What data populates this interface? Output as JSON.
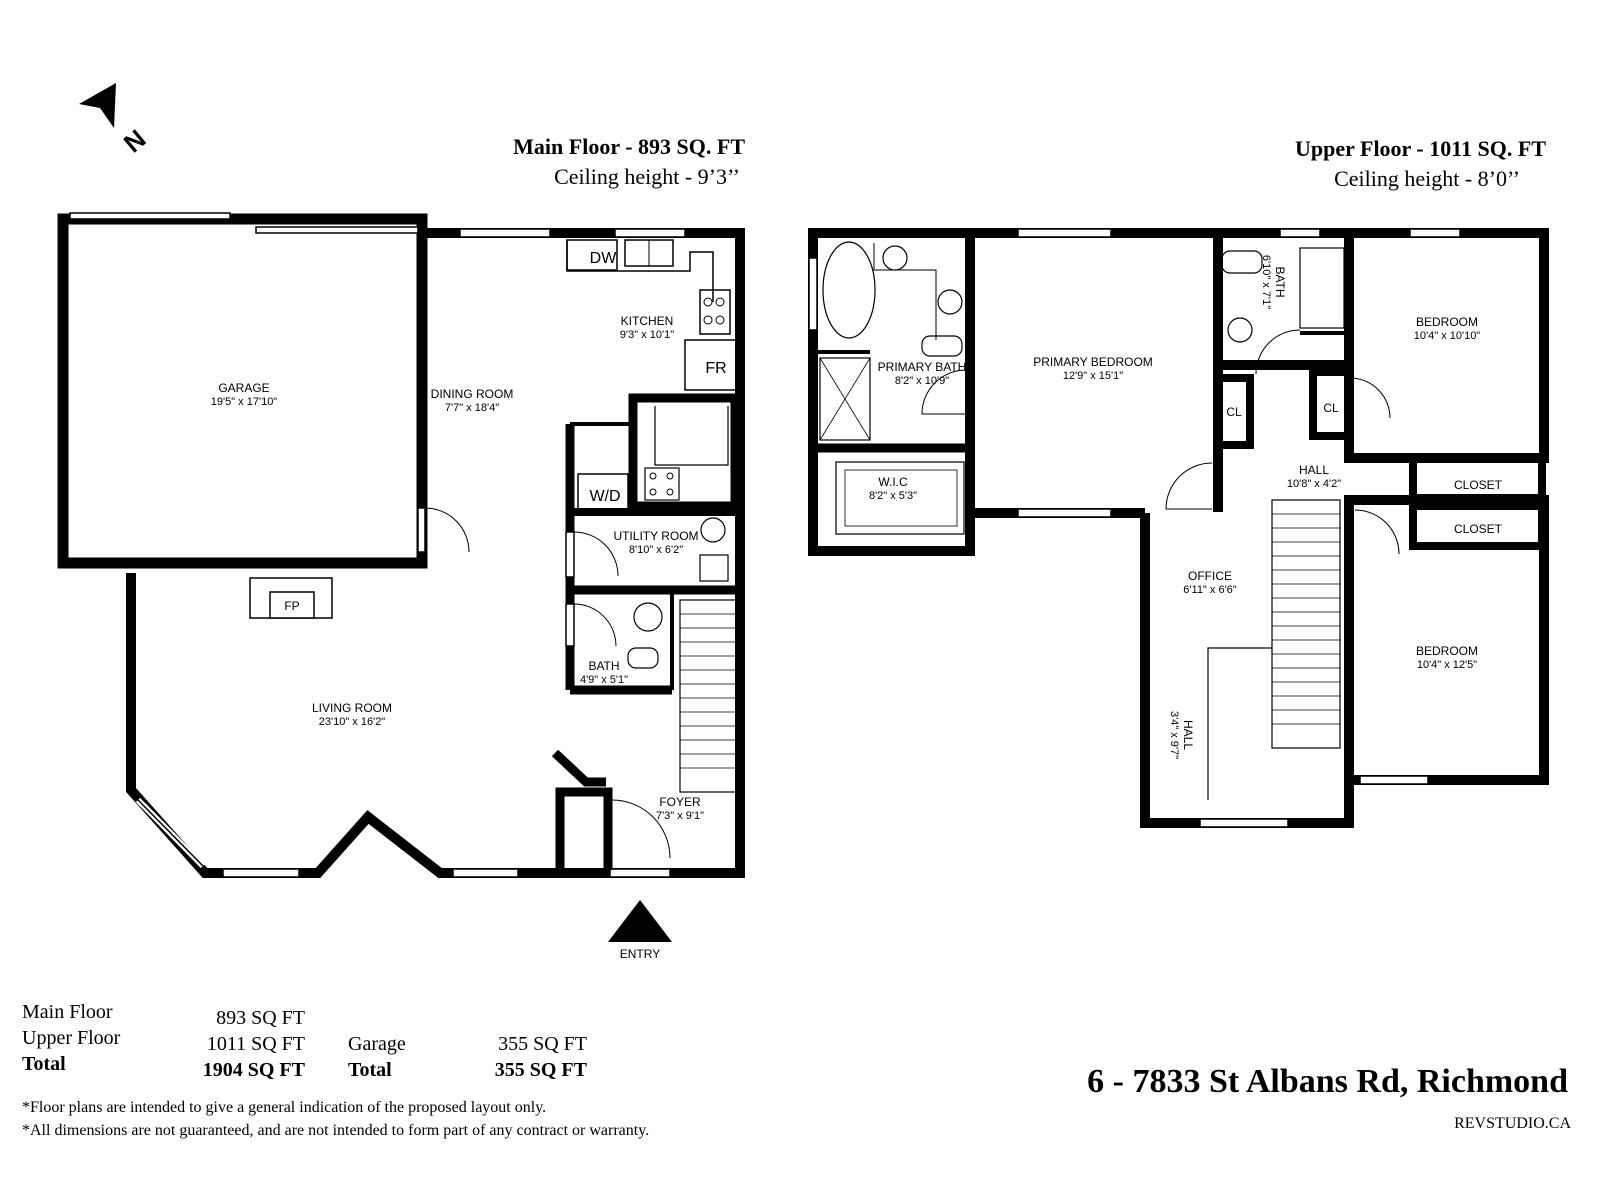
{
  "north": {
    "label": "N"
  },
  "entry": {
    "label": "ENTRY"
  },
  "main_floor": {
    "title": "Main Floor - 893 SQ. FT",
    "ceiling": "Ceiling height - 9’3’’",
    "rooms": [
      {
        "name": "GARAGE",
        "dims": "19'5\" x 17'10\""
      },
      {
        "name": "DINING ROOM",
        "dims": "7'7\" x 18'4\""
      },
      {
        "name": "KITCHEN",
        "dims": "9'3\" x 10'1\""
      },
      {
        "name": "UTILITY ROOM",
        "dims": "8'10\" x 6'2\""
      },
      {
        "name": "BATH",
        "dims": "4'9\" x 5'1\""
      },
      {
        "name": "LIVING ROOM",
        "dims": "23'10\" x 16'2\""
      },
      {
        "name": "FOYER",
        "dims": "7'3\" x 9'1\""
      }
    ],
    "fixtures": [
      "DW",
      "FR",
      "W/D",
      "FP"
    ]
  },
  "upper_floor": {
    "title": "Upper Floor - 1011 SQ. FT",
    "ceiling": "Ceiling height - 8’0’’",
    "rooms": [
      {
        "name": "PRIMARY BATH",
        "dims": "8'2\" x 10'9\""
      },
      {
        "name": "PRIMARY BEDROOM",
        "dims": "12'9\" x 15'1\""
      },
      {
        "name": "W.I.C",
        "dims": "8'2\" x 5'3\""
      },
      {
        "name": "BEDROOM",
        "dims": "10'4\" x 10'10\""
      },
      {
        "name": "HALL",
        "dims": "10'8\" x 4'2\""
      },
      {
        "name": "OFFICE",
        "dims": "6'11\" x 6'6\""
      },
      {
        "name": "BEDROOM",
        "dims": "10'4\" x 12'5\""
      },
      {
        "name": "BATH",
        "dims": "6'10\" x 7'1\""
      },
      {
        "name": "HALL",
        "dims": "3'4\" x 9'7\""
      }
    ],
    "fixtures": [
      "CL",
      "CL",
      "CLOSET",
      "CLOSET"
    ]
  },
  "summary": {
    "rows": [
      {
        "label": "Main Floor",
        "value": "893 SQ FT"
      },
      {
        "label": "Upper Floor",
        "value": "1011 SQ FT"
      },
      {
        "label": "Total",
        "value": "1904 SQ FT"
      }
    ],
    "garage": {
      "label": "Garage",
      "value": "355 SQ FT"
    },
    "garage_total": {
      "label": "Total",
      "value": "355 SQ FT"
    }
  },
  "notes": [
    "*Floor plans are intended to give a general indication of the proposed layout only.",
    "*All dimensions are not guaranteed, and are not intended to form part of any contract or warranty."
  ],
  "address": "6 - 7833 St Albans Rd, Richmond",
  "website": "REVSTUDIO.CA"
}
